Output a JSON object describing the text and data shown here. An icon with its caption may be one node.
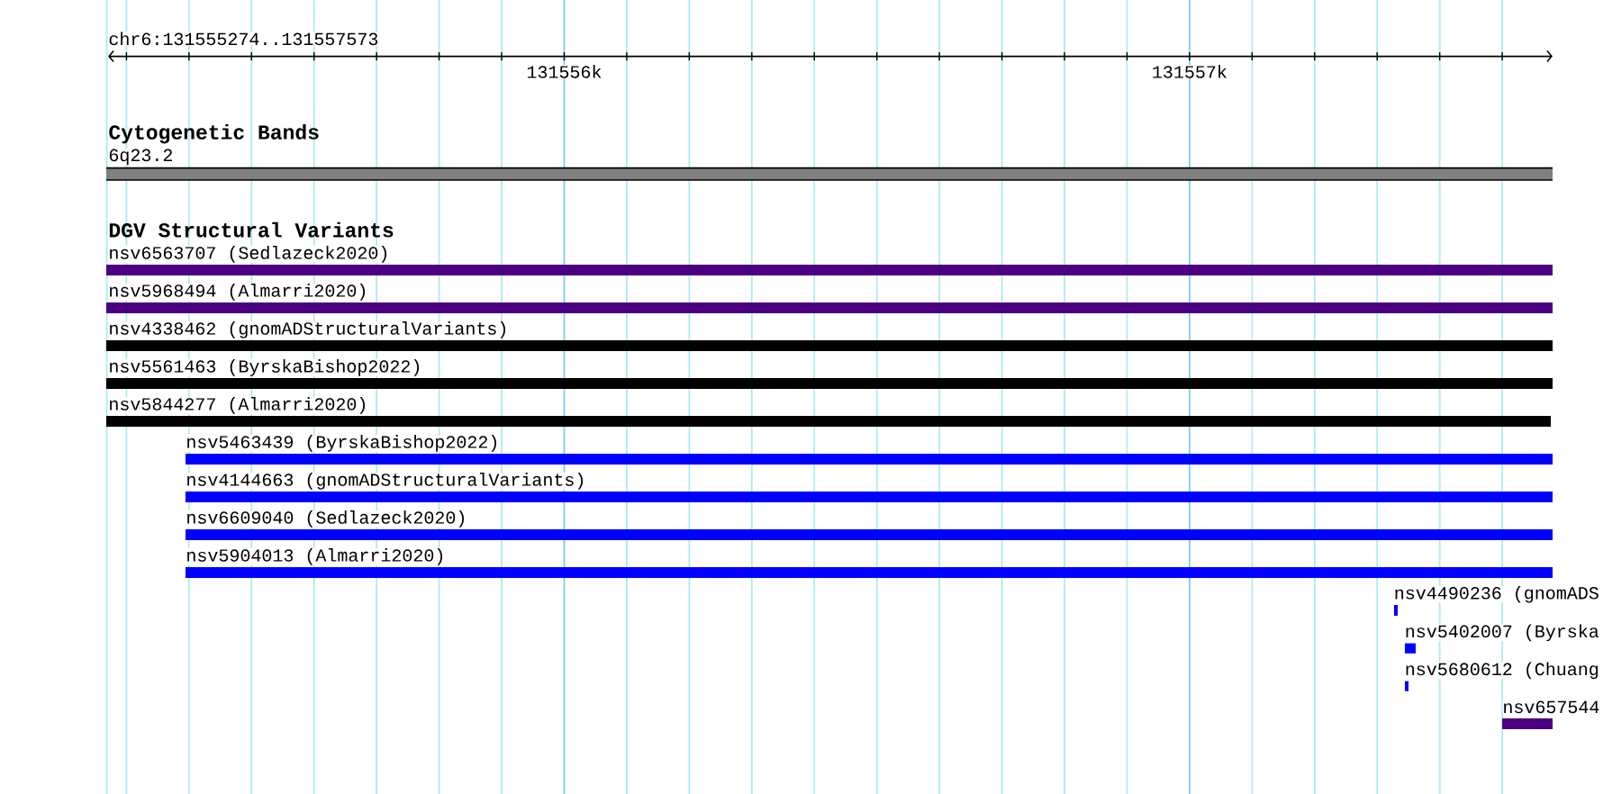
{
  "diagram": {
    "nodes": [
      {
        "text": [
          "6q23.2"
        ]
      },
      {
        "text": [
          "nsv6563707 (Sedlazeck2020)"
        ]
      },
      {
        "text": [
          "nsv5968494 (Almarri2020)"
        ]
      },
      {
        "text": [
          "nsv4338462 (gnomADStructuralVariants)"
        ]
      },
      {
        "text": [
          "nsv5561463 (ByrskaBishop2022)"
        ]
      },
      {
        "text": [
          "nsv5844277 (Almarri2020)"
        ]
      },
      {
        "text": [
          "nsv5463439 (ByrskaBishop2022)"
        ]
      },
      {
        "text": [
          "nsv4144663 (gnomADStructuralVariants)"
        ]
      },
      {
        "text": [
          "nsv6609040 (Sedlazeck2020)"
        ]
      },
      {
        "text": [
          "nsv5904013 (Almarri2020)"
        ]
      },
      {
        "text": [
          "nsv4490236 (gnomADS"
        ]
      },
      {
        "text": [
          "nsv5402007 (Byrska"
        ]
      },
      {
        "text": [
          "nsv5680612 (Chuang"
        ]
      },
      {
        "text": [
          "nsv657544"
        ]
      }
    ],
    "labels": [
      "chr6:131555274..131557573",
      "131556k",
      "131557k",
      "Cytogenetic Bands",
      "DGV Structural Variants"
    ]
  }
}
